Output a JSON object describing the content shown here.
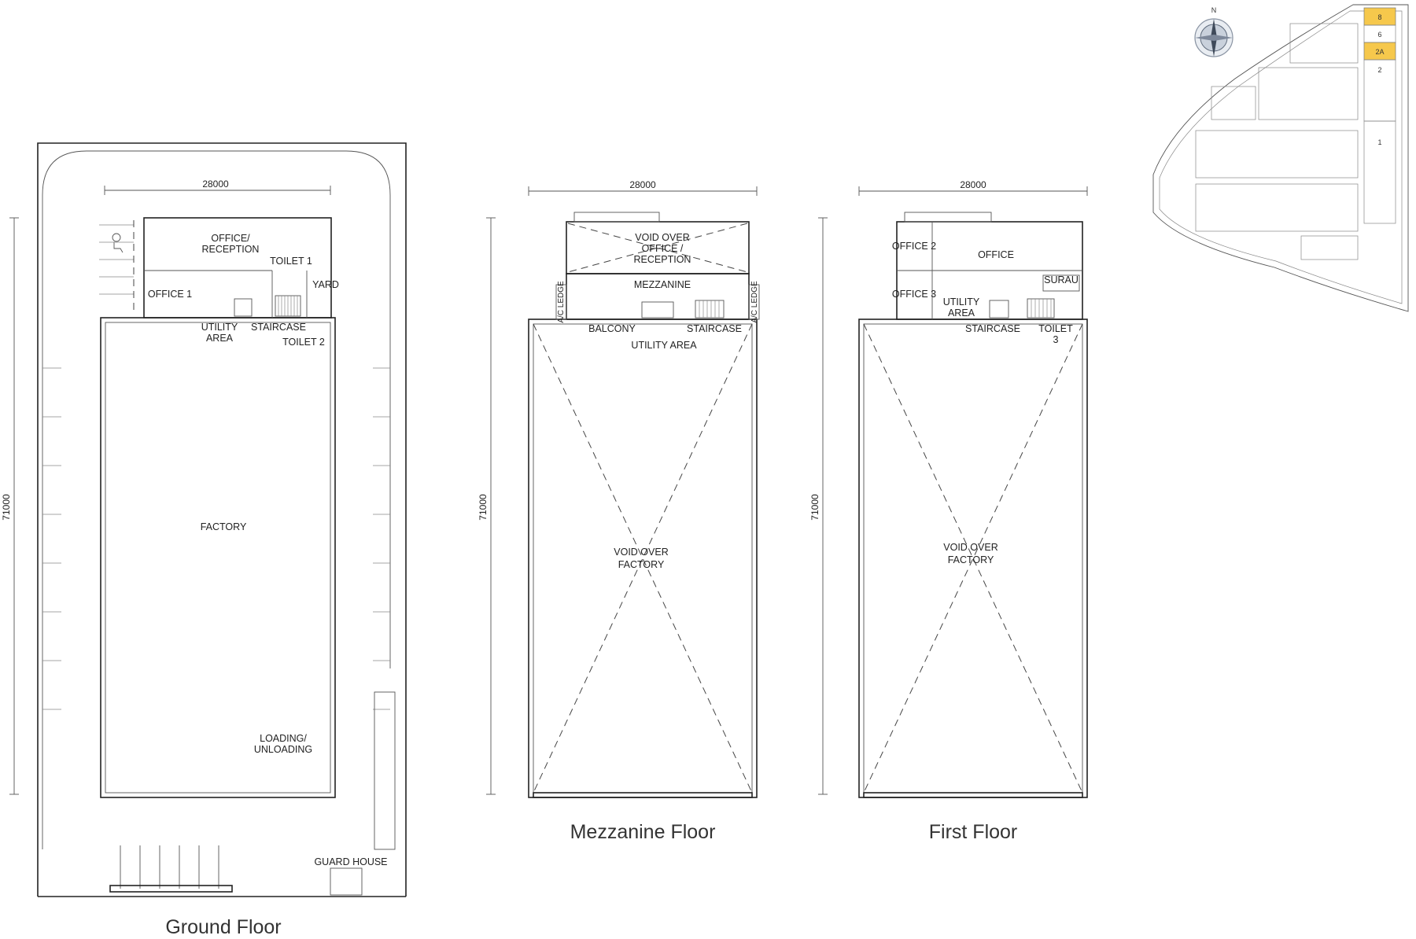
{
  "ground_floor": {
    "title": "Ground Floor",
    "width_dim": "28000",
    "length_dim": "71000",
    "rooms": {
      "office_reception": [
        "OFFICE/",
        "RECEPTION"
      ],
      "toilet1": "TOILET 1",
      "office1": "OFFICE 1",
      "yard": "YARD",
      "utility": [
        "UTILITY",
        "AREA"
      ],
      "staircase": "STAIRCASE",
      "toilet2": "TOILET 2",
      "factory": "FACTORY",
      "loading": [
        "LOADING/",
        "UNLOADING"
      ],
      "guard_house": "GUARD HOUSE"
    }
  },
  "mezzanine_floor": {
    "title": "Mezzanine Floor",
    "width_dim": "28000",
    "length_dim": "71000",
    "rooms": {
      "void_office": [
        "VOID OVER",
        "OFFICE /",
        "RECEPTION"
      ],
      "mezzanine": "MEZZANINE",
      "ac_ledge": "A/C LEDGE",
      "balcony": "BALCONY",
      "staircase": "STAIRCASE",
      "utility": "UTILITY AREA",
      "void_factory": [
        "VOID OVER",
        "FACTORY"
      ]
    }
  },
  "first_floor": {
    "title": "First Floor",
    "width_dim": "28000",
    "length_dim": "71000",
    "rooms": {
      "office2": "OFFICE 2",
      "office": "OFFICE",
      "office3": "OFFICE 3",
      "surau": "SURAU",
      "utility": [
        "UTILITY",
        "AREA"
      ],
      "staircase": "STAIRCASE",
      "toilet3": [
        "TOILET",
        "3"
      ],
      "void_factory": [
        "VOID OVER",
        "FACTORY"
      ]
    }
  },
  "key_plan": {
    "north": "N",
    "lots": [
      "8",
      "6",
      "2A",
      "2",
      "1"
    ],
    "highlight_color": "#f6c84c"
  }
}
